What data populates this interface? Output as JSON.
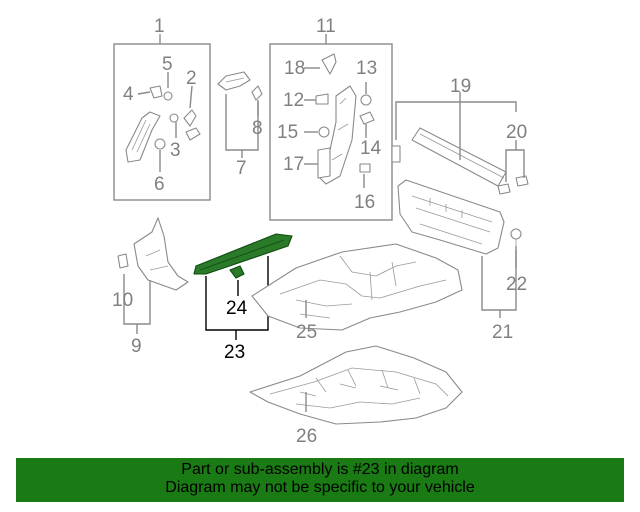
{
  "callouts": {
    "c1": "1",
    "c2": "2",
    "c3": "3",
    "c4": "4",
    "c5": "5",
    "c6": "6",
    "c7": "7",
    "c8": "8",
    "c9": "9",
    "c10": "10",
    "c11": "11",
    "c12": "12",
    "c13": "13",
    "c14": "14",
    "c15": "15",
    "c16": "16",
    "c17": "17",
    "c18": "18",
    "c19": "19",
    "c20": "20",
    "c21": "21",
    "c22": "22",
    "c23": "23",
    "c24": "24",
    "c25": "25",
    "c26": "26"
  },
  "highlight": {
    "part": "23",
    "color": "#2a7a2a"
  },
  "footer": {
    "line1": "Part or sub-assembly is #23 in diagram",
    "line2": "Diagram may not be specific to your vehicle",
    "background": "#1a7a14"
  }
}
